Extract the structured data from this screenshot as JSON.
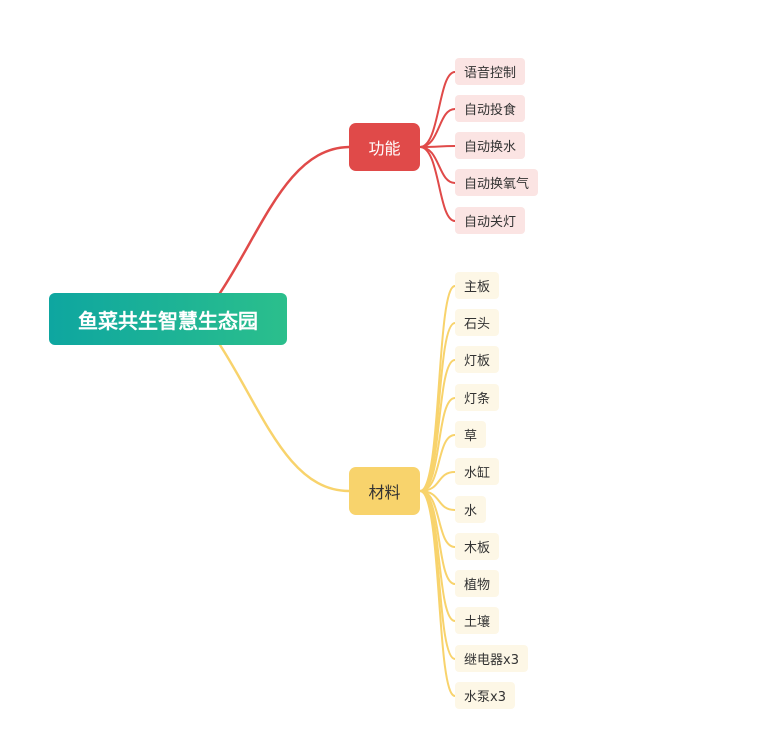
{
  "root": {
    "label": "鱼菜共生智慧生态园"
  },
  "branches": [
    {
      "label": "功能",
      "color": "#e04a49",
      "leaf_color": "#fbe4e3",
      "items": [
        "语音控制",
        "自动投食",
        "自动换水",
        "自动换氧气",
        "自动关灯"
      ]
    },
    {
      "label": "材料",
      "color": "#f8d36c",
      "leaf_color": "#fdf7e6",
      "items": [
        "主板",
        "石头",
        "灯板",
        "灯条",
        "草",
        "水缸",
        "水",
        "木板",
        "植物",
        "土壤",
        "继电器x3",
        "水泵x3"
      ]
    }
  ]
}
